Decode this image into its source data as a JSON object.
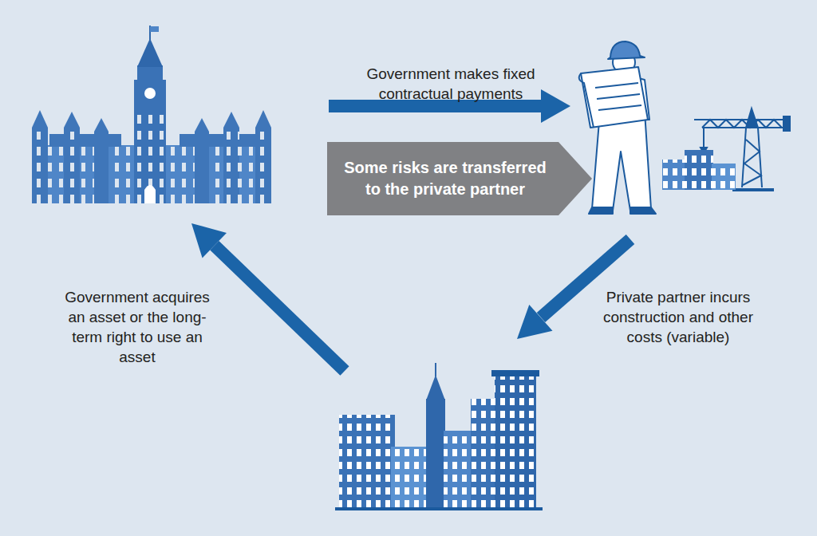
{
  "diagram": {
    "nodes": [
      {
        "text": [
          "Some risks are transferred to the private partner"
        ]
      }
    ],
    "labels": [
      "Government makes fixed contractual payments",
      "Government acquires an asset or the long-term right to use an asset",
      "Private partner incurs construction and other costs (variable)"
    ]
  }
}
